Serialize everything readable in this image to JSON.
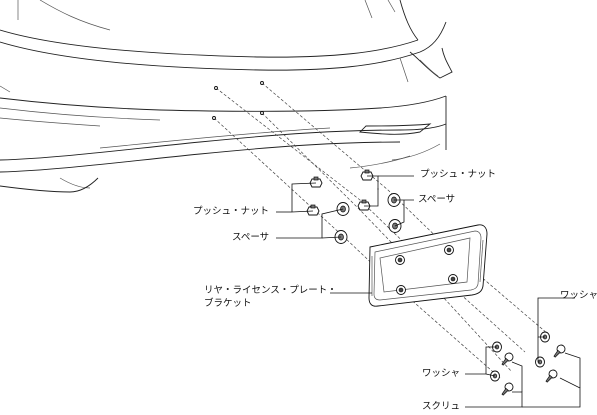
{
  "labels": {
    "push_nut_upper": "プッシュ・ナット",
    "spacer_upper": "スペーサ",
    "push_nut_left": "プッシュ・ナット",
    "spacer_left": "スペーサ",
    "bracket_line1": "リヤ・ライセンス・プレート・",
    "bracket_line2": "ブラケット",
    "washer_right": "ワッシャ",
    "washer_left": "ワッシャ",
    "screw": "スクリュ"
  },
  "colors": {
    "line": "#222222",
    "background": "#ffffff"
  },
  "icons": {
    "push_nut": "push-nut-icon",
    "spacer": "spacer-icon",
    "washer": "washer-icon",
    "screw": "screw-icon",
    "bracket": "license-plate-bracket"
  }
}
